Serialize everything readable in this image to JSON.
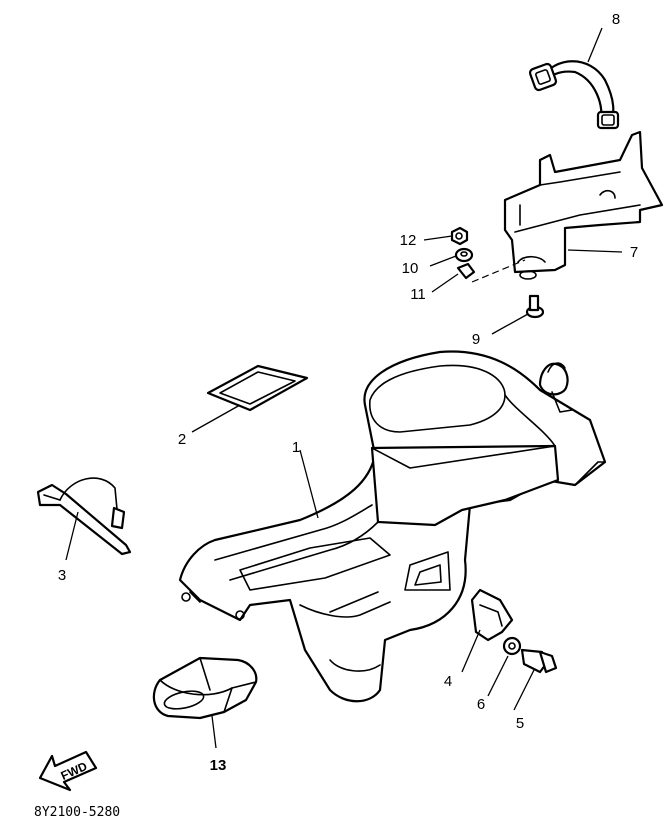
{
  "callouts": [
    {
      "id": "1",
      "label": "1"
    },
    {
      "id": "2",
      "label": "2"
    },
    {
      "id": "3",
      "label": "3"
    },
    {
      "id": "4",
      "label": "4"
    },
    {
      "id": "5",
      "label": "5"
    },
    {
      "id": "6",
      "label": "6"
    },
    {
      "id": "7",
      "label": "7"
    },
    {
      "id": "8",
      "label": "8"
    },
    {
      "id": "9",
      "label": "9"
    },
    {
      "id": "10",
      "label": "10"
    },
    {
      "id": "11",
      "label": "11"
    },
    {
      "id": "12",
      "label": "12"
    },
    {
      "id": "13",
      "label": "13"
    }
  ],
  "direction_badge": "FWD",
  "diagram_code": "8Y2100-5280"
}
